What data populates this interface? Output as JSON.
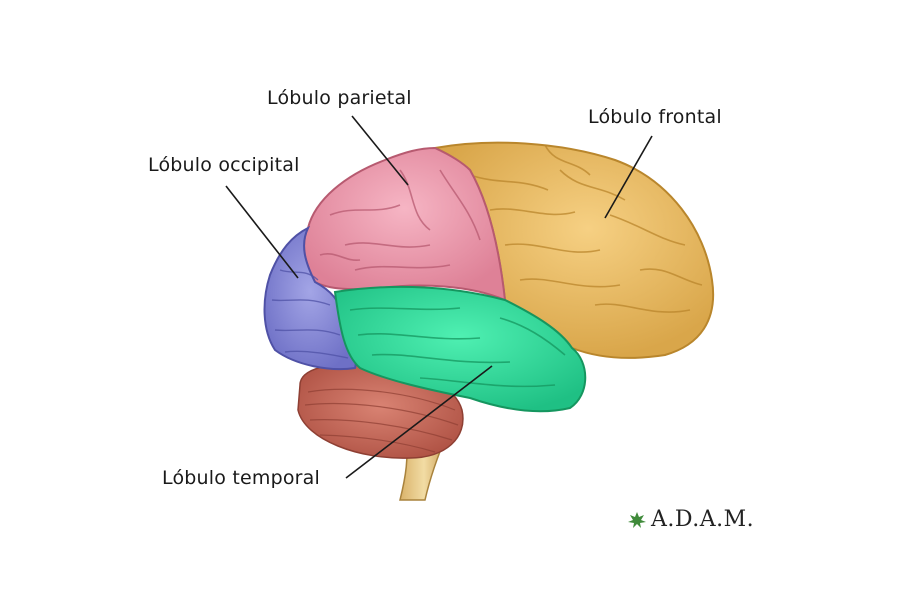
{
  "labels": {
    "parietal": "Lóbulo parietal",
    "frontal": "Lóbulo frontal",
    "occipital": "Lóbulo occipital",
    "temporal": "Lóbulo temporal"
  },
  "logo": {
    "text": "A.D.A.M.",
    "icon": "leaf-icon"
  },
  "colors": {
    "frontal": "#efc36a",
    "parietal": "#ef9fb3",
    "occipital": "#8c8fd9",
    "temporal": "#33d99a",
    "cerebellum": "#c96a5a",
    "brainstem": "#e6c78a",
    "leader_line": "#1a1a1a"
  }
}
